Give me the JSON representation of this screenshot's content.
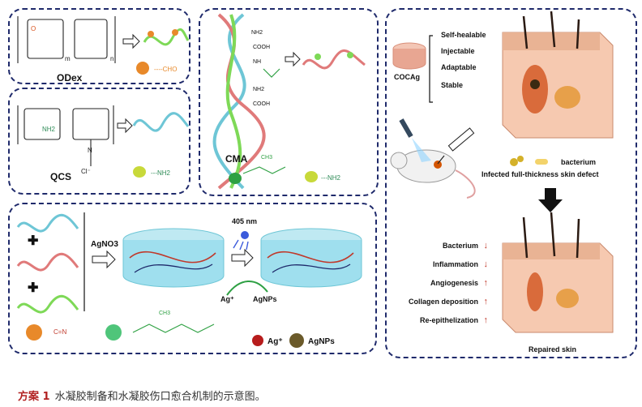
{
  "odex": {
    "label": "ODex",
    "sub_m": "m",
    "sub_n": "n",
    "group": "CHO"
  },
  "qcs": {
    "label": "QCS",
    "group": "NH2",
    "chem_nh2": "NH2",
    "chem_n": "N",
    "chem_cl": "Cl⁻"
  },
  "cma": {
    "label": "CMA",
    "group": "NH2",
    "nh2_1": "NH2",
    "cooh_1": "COOH",
    "nh": "NH",
    "nh2_2": "NH2",
    "cooh_2": "COOH",
    "ch3": "CH3"
  },
  "gel": {
    "reagent": "AgNO3",
    "light": "405 nm",
    "ag_ion": "Ag⁺",
    "agnps": "AgNPs",
    "ch3": "CH3"
  },
  "legend": {
    "ag_plus": "Ag⁺",
    "agnps": "AgNPs"
  },
  "cocag": {
    "label": "COCAg",
    "properties": [
      "Self-healable",
      "Injectable",
      "Adaptable",
      "Stable"
    ]
  },
  "infection": {
    "bacterium": "bacterium",
    "defect": "Infected full-thickness skin defect"
  },
  "outcomes": [
    {
      "label": "Bacterium",
      "arrow": "↓"
    },
    {
      "label": "Inflammation",
      "arrow": "↓"
    },
    {
      "label": "Angiogenesis",
      "arrow": "↑"
    },
    {
      "label": "Collagen deposition",
      "arrow": "↑"
    },
    {
      "label": "Re-epithelization",
      "arrow": "↑"
    }
  ],
  "repaired": "Repaired skin",
  "caption": {
    "num": "方案 1",
    "text": "水凝胶制备和水凝胶伤口愈合机制的示意图。"
  },
  "colors": {
    "border": "#1f2a6b",
    "teal": "#6ec6d6",
    "pink": "#e07a7a",
    "green": "#7ed957",
    "orange": "#e8892a",
    "red": "#c0392b"
  }
}
